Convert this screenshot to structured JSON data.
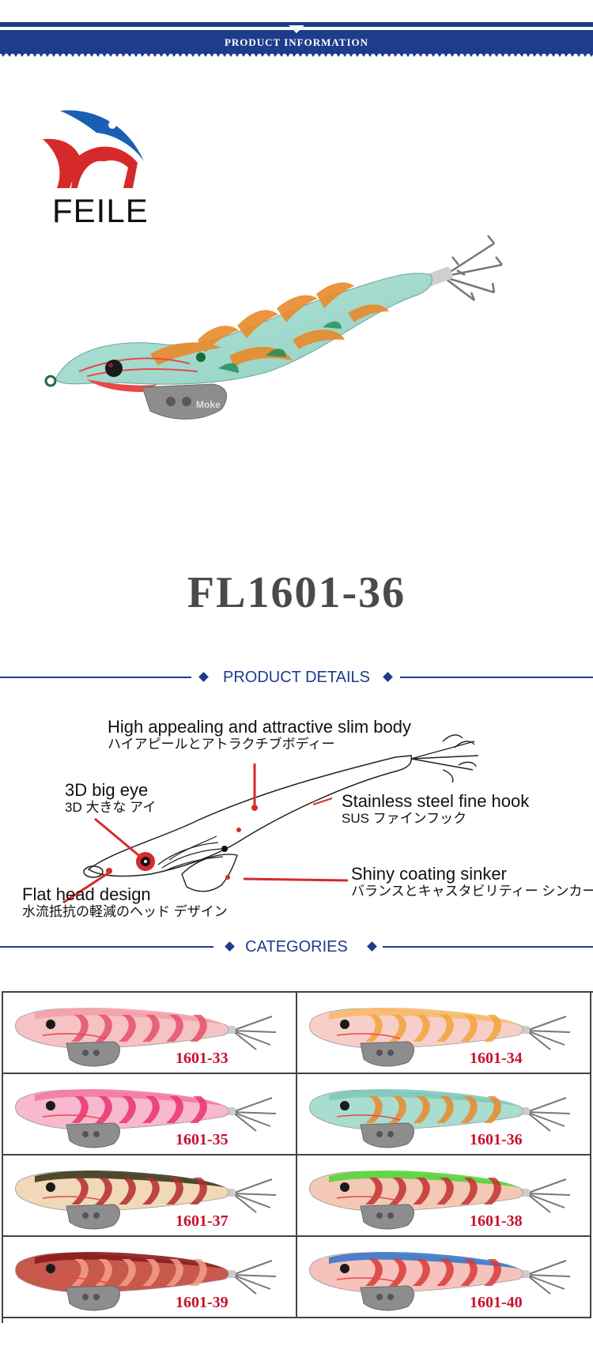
{
  "header": {
    "title": "PRODUCT INFORMATION"
  },
  "brand": {
    "name": "FEILE"
  },
  "product": {
    "model": "FL1601-36",
    "sinker_text": "Moke"
  },
  "details": {
    "heading": "PRODUCT DETAILS",
    "annotations": {
      "body_en": "High appealing and attractive slim body",
      "body_jp": "ハイアピールとアトラクチブボディー",
      "eye_en": "3D big eye",
      "eye_jp": "3D 大きな アイ",
      "hook_en": "Stainless steel fine hook",
      "hook_jp": "SUS ファインフック",
      "sinker_en": "Shiny coating sinker",
      "sinker_jp": "バランスとキャスタビリティー シンカー",
      "head_en": "Flat head design",
      "head_jp": "水流抵抗の軽減のヘッド デザイン"
    }
  },
  "categories": {
    "heading": "CATEGORIES",
    "items": [
      {
        "code": "1601-33",
        "body": "#f6c2c4",
        "stripe": "#e4506a",
        "back": "#f3a0a8"
      },
      {
        "code": "1601-34",
        "body": "#f8cfc8",
        "stripe": "#f3a23a",
        "back": "#f7b96a"
      },
      {
        "code": "1601-35",
        "body": "#f8b8cf",
        "stripe": "#e9336e",
        "back": "#f27aa2"
      },
      {
        "code": "1601-36",
        "body": "#a8ddd0",
        "stripe": "#e98a2a",
        "back": "#7fc9bb"
      },
      {
        "code": "1601-37",
        "body": "#f1d8b8",
        "stripe": "#b42a2a",
        "back": "#3c3a1e"
      },
      {
        "code": "1601-38",
        "body": "#f3c9b6",
        "stripe": "#c23030",
        "back": "#58d43a"
      },
      {
        "code": "1601-39",
        "body": "#c8584c",
        "stripe": "#f2a08a",
        "back": "#8a1c1c"
      },
      {
        "code": "1601-40",
        "body": "#f5c2bc",
        "stripe": "#d83a3a",
        "back": "#3a78c9"
      }
    ]
  },
  "colors": {
    "brand_blue": "#1d3c8c",
    "code_red": "#c8102e",
    "logo_red": "#d62a2a",
    "logo_blue": "#1a5fb4"
  }
}
